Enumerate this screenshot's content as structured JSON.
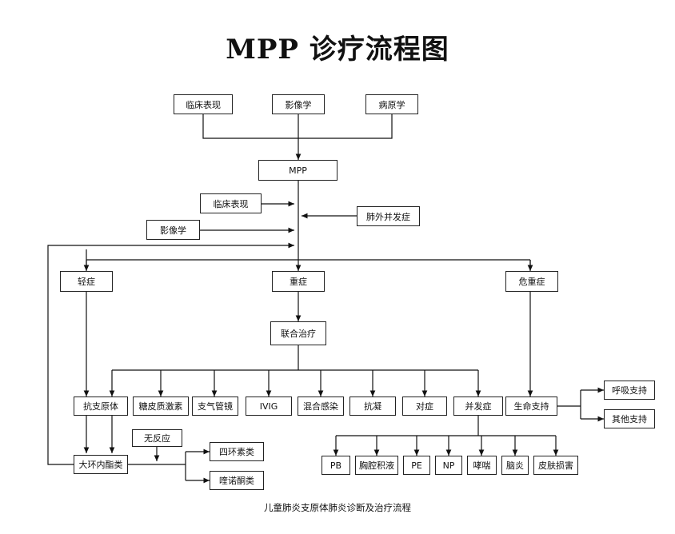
{
  "title": "MPP 诊疗流程图",
  "caption": "儿童肺炎支原体肺炎诊断及治疗流程",
  "nodes": {
    "clinical_top": "临床表现",
    "imaging_top": "影像学",
    "pathogen": "病原学",
    "mpp": "MPP",
    "clinical_mid": "临床表现",
    "imaging_mid": "影像学",
    "extrapulmonary": "肺外并发症",
    "mild": "轻症",
    "severe": "重症",
    "critical": "危重症",
    "combined_therapy": "联合治疗",
    "antimycoplasma": "抗支原体",
    "glucocorticoid": "糖皮质激素",
    "bronchoscopy": "支气管镜",
    "ivig": "IVIG",
    "mixed_infection": "混合感染",
    "anticoagulation": "抗凝",
    "symptomatic": "对症",
    "complications": "并发症",
    "life_support": "生命支持",
    "respiratory_support": "呼吸支持",
    "other_support": "其他支持",
    "no_response": "无反应",
    "macrolides": "大环内酯类",
    "tetracyclines": "四环素类",
    "quinolones": "喹诺酮类",
    "pb": "PB",
    "pleural_effusion": "胸腔积液",
    "pe": "PE",
    "np": "NP",
    "wheezing": "哮喘",
    "encephalitis": "脑炎",
    "skin_damage": "皮肤损害"
  }
}
